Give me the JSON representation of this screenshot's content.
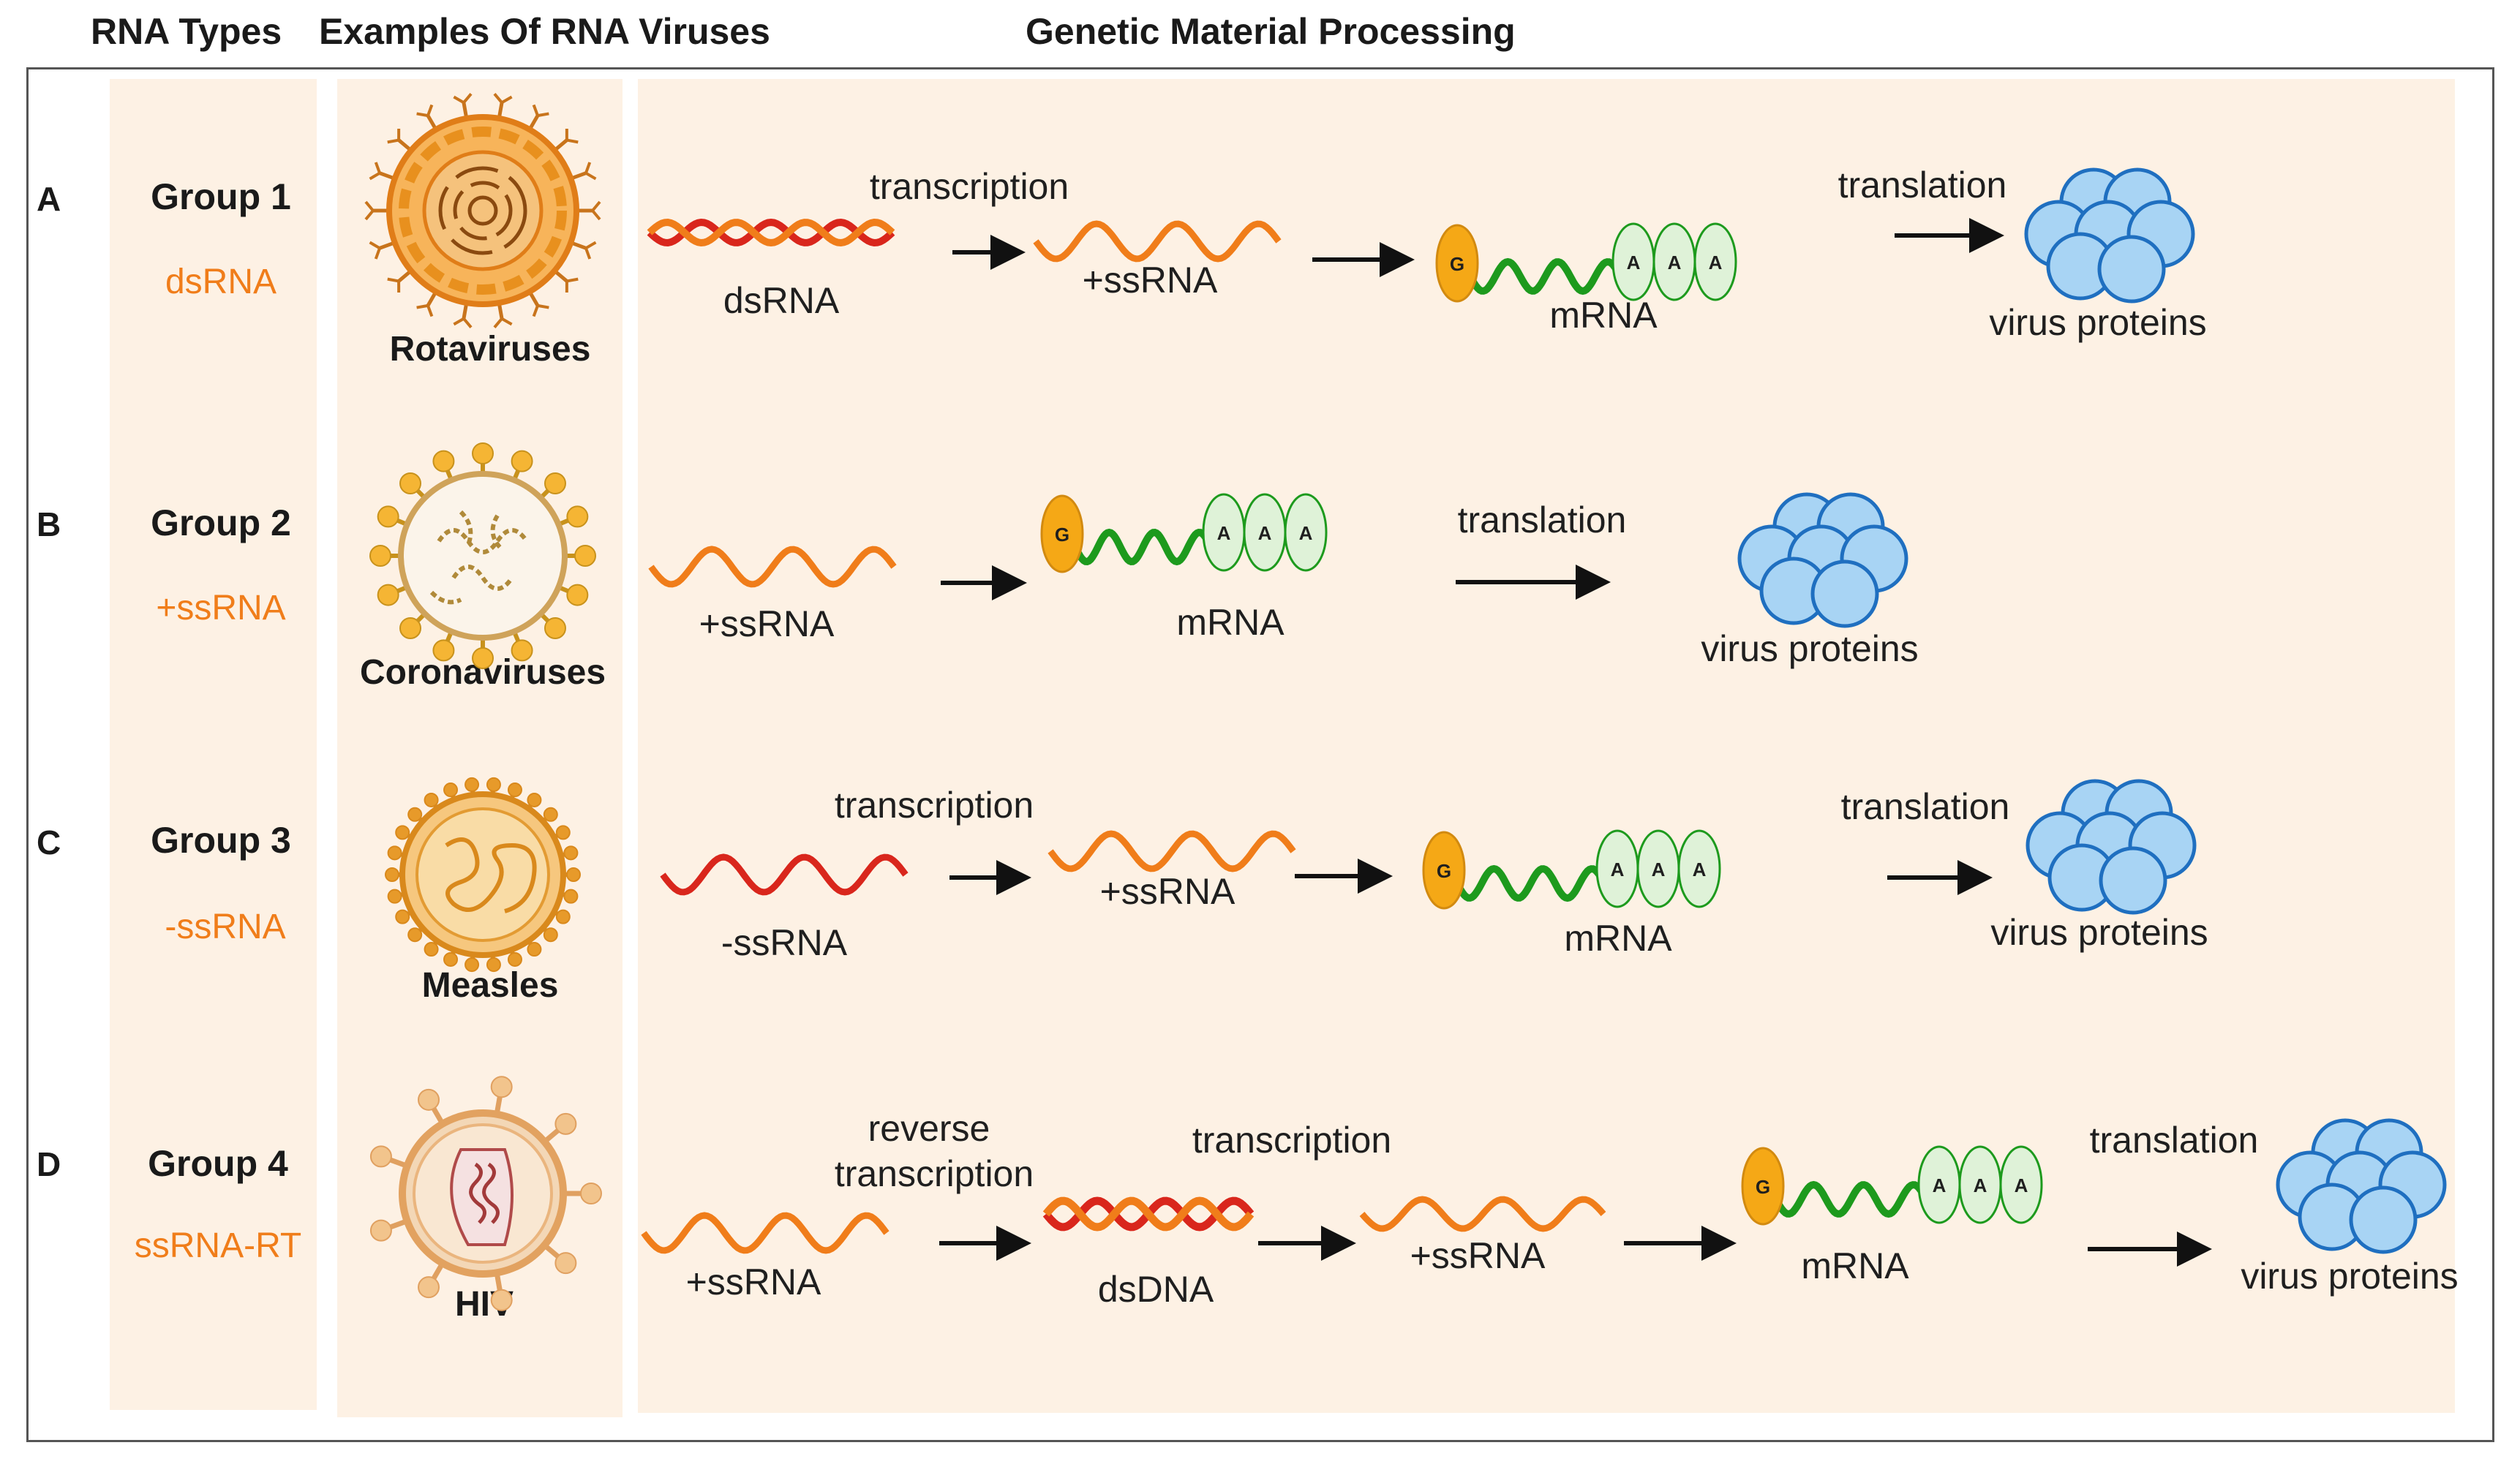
{
  "headers": {
    "col1": "RNA Types",
    "col2": "Examples Of RNA Viruses",
    "col3": "Genetic Material Processing"
  },
  "rows": [
    {
      "letter": "A",
      "group": "Group 1",
      "rna_type": "dsRNA",
      "virus": "Rotaviruses",
      "labels": {
        "strand1": "dsRNA",
        "step1": "transcription",
        "strand2": "+ssRNA",
        "mrna": "mRNA",
        "step2": "translation",
        "proteins": "virus proteins"
      }
    },
    {
      "letter": "B",
      "group": "Group 2",
      "rna_type": "+ssRNA",
      "virus": "Coronaviruses",
      "labels": {
        "strand1": "+ssRNA",
        "mrna": "mRNA",
        "step1": "translation",
        "proteins": "virus proteins"
      }
    },
    {
      "letter": "C",
      "group": "Group 3",
      "rna_type": "-ssRNA",
      "virus": "Measles",
      "labels": {
        "strand1": "-ssRNA",
        "step1": "transcription",
        "strand2": "+ssRNA",
        "mrna": "mRNA",
        "step2": "translation",
        "proteins": "virus proteins"
      }
    },
    {
      "letter": "D",
      "group": "Group 4",
      "rna_type": "ssRNA-RT",
      "virus": "HIV",
      "labels": {
        "strand1": "+ssRNA",
        "step1a": "reverse",
        "step1b": "transcription",
        "strand2": "dsDNA",
        "step2": "transcription",
        "strand3": "+ssRNA",
        "mrna": "mRNA",
        "step3": "translation",
        "proteins": "virus proteins"
      }
    }
  ],
  "cap_letter": "G",
  "tail_letter": "A",
  "colors": {
    "orange": "#f07d1a",
    "red": "#d9261c",
    "green": "#1d9a1d",
    "cap": "#f5a816",
    "tail": "#dff2d8",
    "protein": "#a8d4f4",
    "proteinStroke": "#1f6fc0",
    "panel": "#fdf1e4"
  }
}
